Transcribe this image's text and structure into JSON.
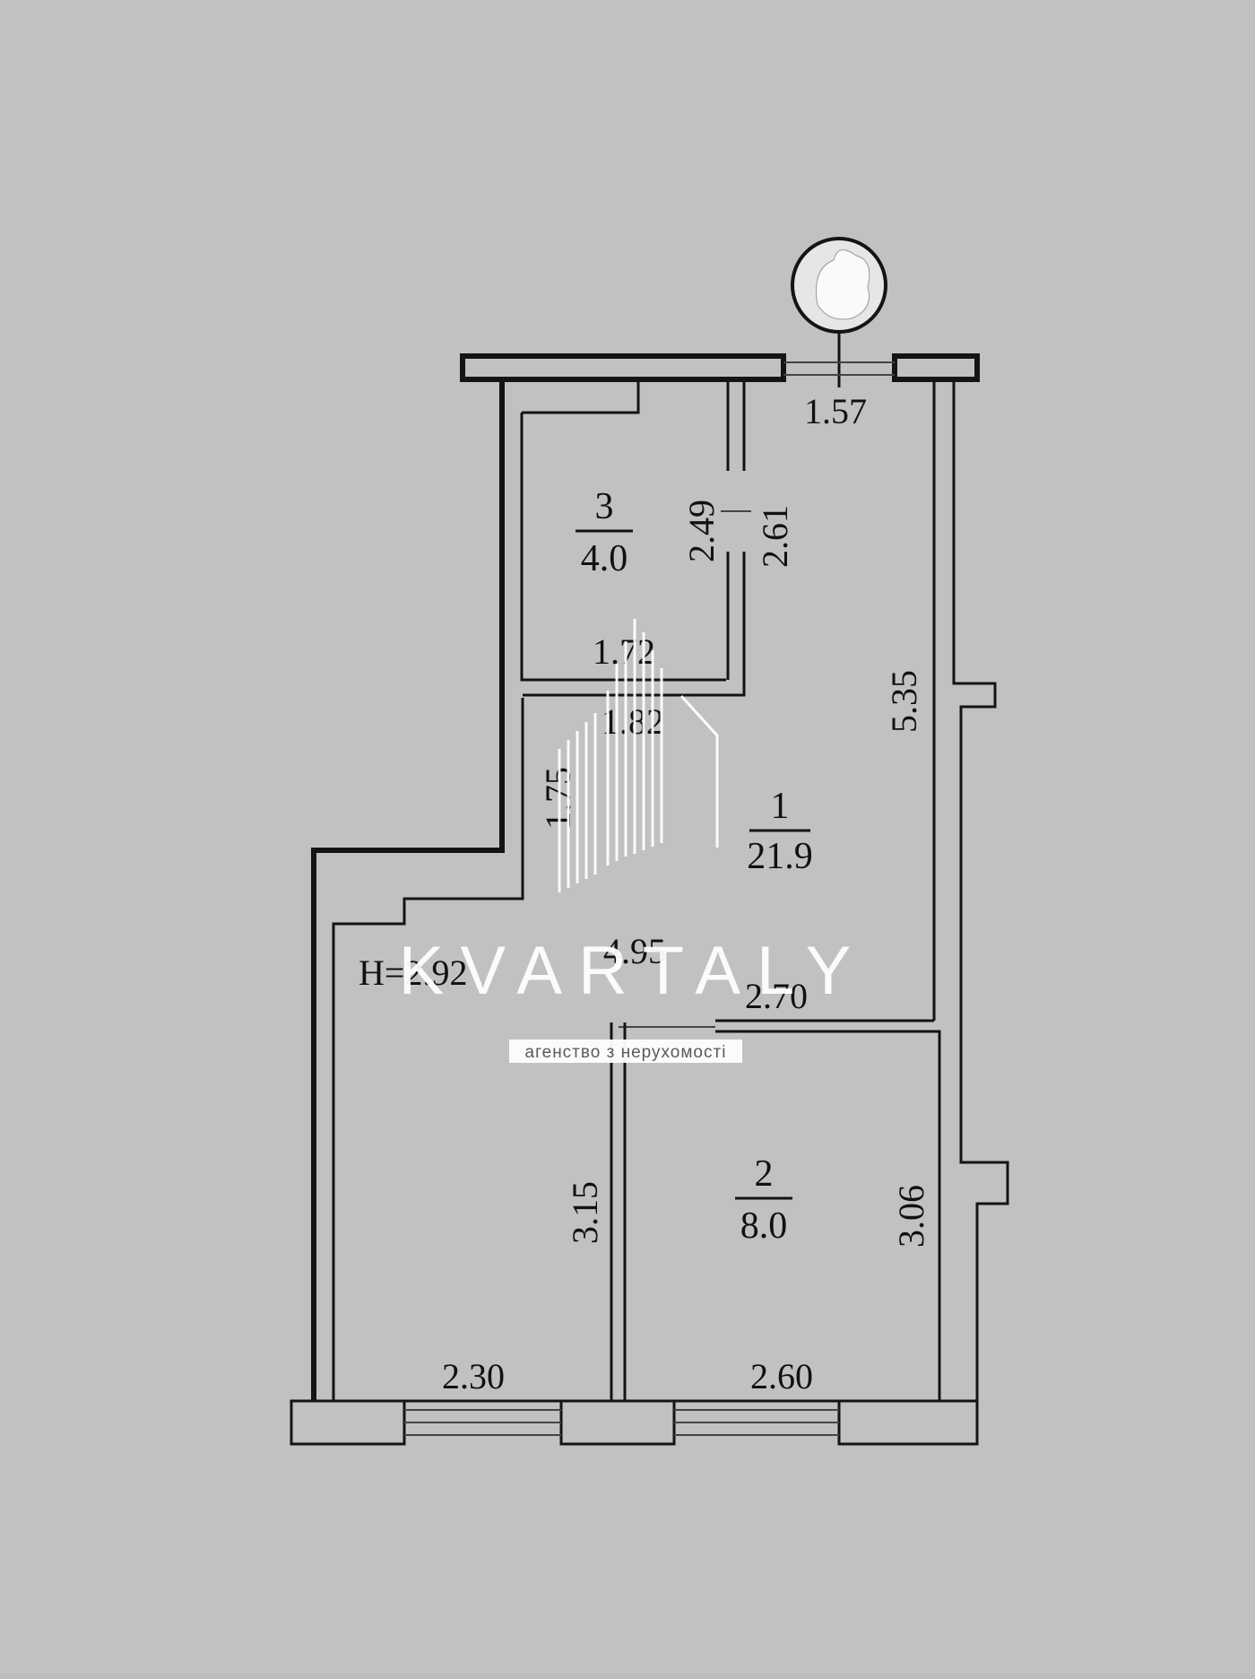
{
  "plan": {
    "rooms": [
      {
        "number": "1",
        "area": "21.9"
      },
      {
        "number": "2",
        "area": "8.0"
      },
      {
        "number": "3",
        "area": "4.0"
      }
    ],
    "height": "H=2.92",
    "dimensions": {
      "top_opening": "1.57",
      "room3_door_left": "2.49",
      "room3_door_right": "2.61",
      "room3_bottom": "1.72",
      "hall_top": "1.82",
      "hall_left": "1.75",
      "room1_right": "5.35",
      "hall_bottom": "4.95",
      "room1_bottom": "2.70",
      "left_room_side": "3.15",
      "room2_side": "3.06",
      "left_room_bottom": "2.30",
      "room2_bottom": "2.60"
    }
  },
  "watermark": {
    "brand": "KVARTALY",
    "tagline": "агенство з нерухомості"
  },
  "colors": {
    "paper": "#bdbdbd",
    "wall": "#141414"
  }
}
